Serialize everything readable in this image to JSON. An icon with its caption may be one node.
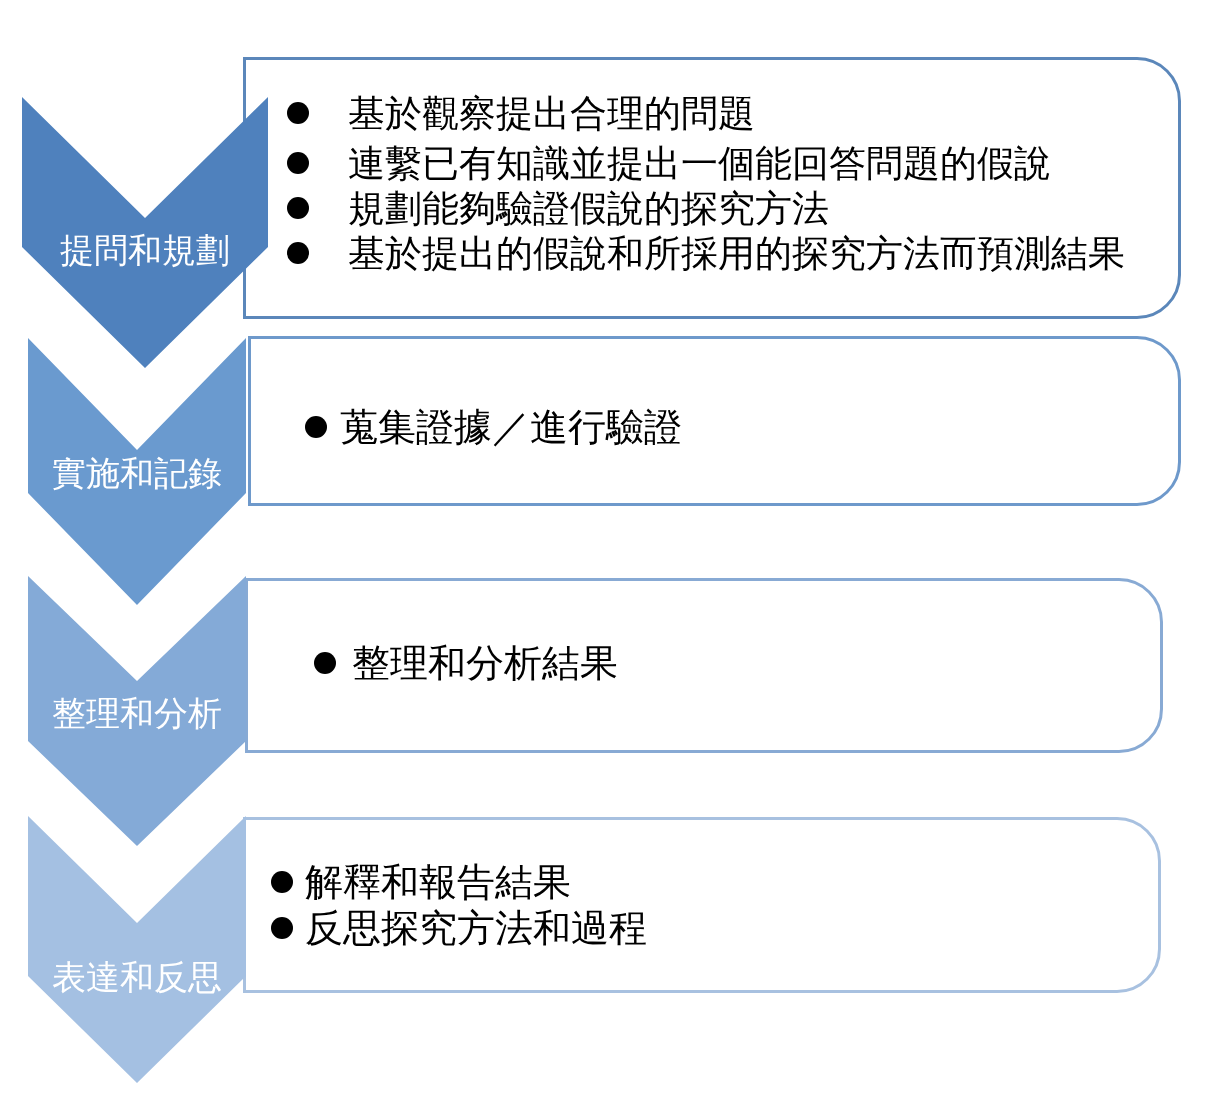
{
  "diagram": {
    "nodes": [
      {
        "text": [
          "提問和規劃"
        ]
      },
      {
        "text": [
          "基於觀察提出合理的問題",
          "連繫已有知識並提出一個能回答問題的假說",
          "規劃能夠驗證假說的探究方法",
          "基於提出的假說和所採用的探究方法而預測結果"
        ]
      },
      {
        "text": [
          "實施和記錄"
        ]
      },
      {
        "text": [
          "蒐集證據／進行驗證"
        ]
      },
      {
        "text": [
          "整理和分析"
        ]
      },
      {
        "text": [
          "整理和分析結果"
        ]
      },
      {
        "text": [
          "表達和反思"
        ]
      },
      {
        "text": [
          "解釋和報告結果",
          "反思探究方法和過程"
        ]
      }
    ]
  }
}
